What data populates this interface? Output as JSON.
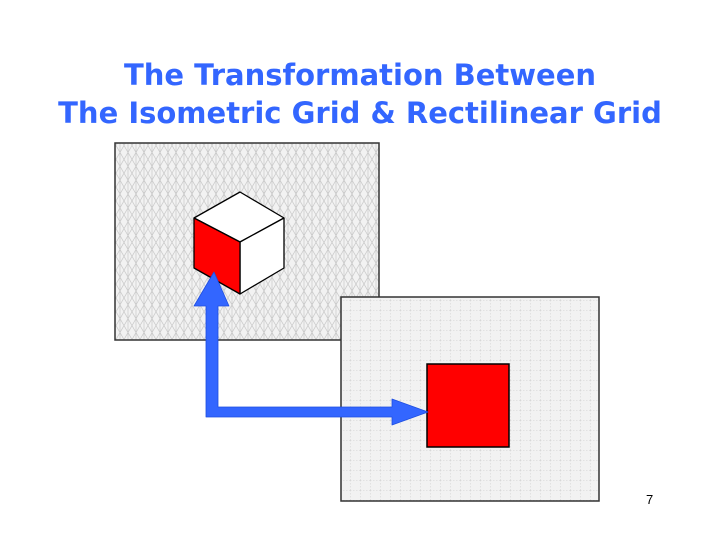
{
  "title": {
    "line1": "The Transformation Between",
    "line2": "The Isometric Grid & Rectilinear Grid"
  },
  "slide_number": "7",
  "colors": {
    "title": "#3366ff",
    "arrow": "#3366ff",
    "cube_face": "#ff0000",
    "square_fill": "#ff0000",
    "grid_line": "#c8c8c8",
    "panel_background": "#f2f2f2"
  },
  "icons": {
    "arrow": "blue-l-shaped-double-arrow",
    "cube": "isometric-cube-with-red-face",
    "square": "red-square"
  }
}
